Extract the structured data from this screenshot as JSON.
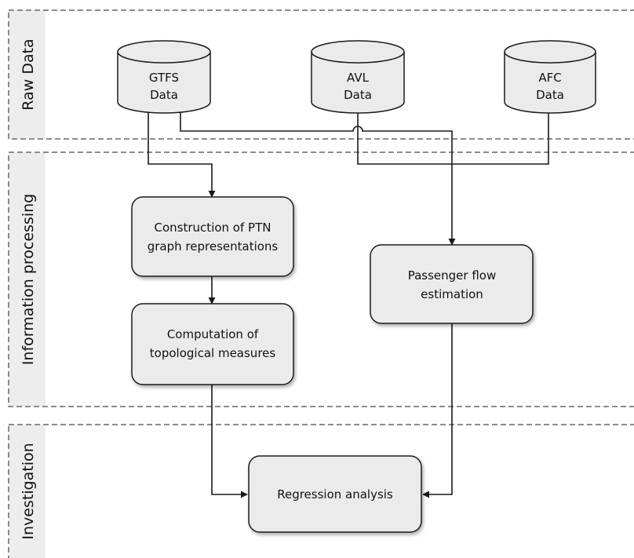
{
  "lanes": {
    "raw": "Raw Data",
    "processing": "Information processing",
    "investigation": "Investigation"
  },
  "sources": {
    "gtfs": [
      "GTFS",
      "Data"
    ],
    "avl": [
      "AVL",
      "Data"
    ],
    "afc": [
      "AFC",
      "Data"
    ]
  },
  "processes": {
    "ptn": [
      "Construction of PTN",
      "graph representations"
    ],
    "topo": [
      "Computation of",
      "topological measures"
    ],
    "flow": [
      "Passenger flow",
      "estimation"
    ],
    "regression": [
      "Regression analysis"
    ]
  }
}
